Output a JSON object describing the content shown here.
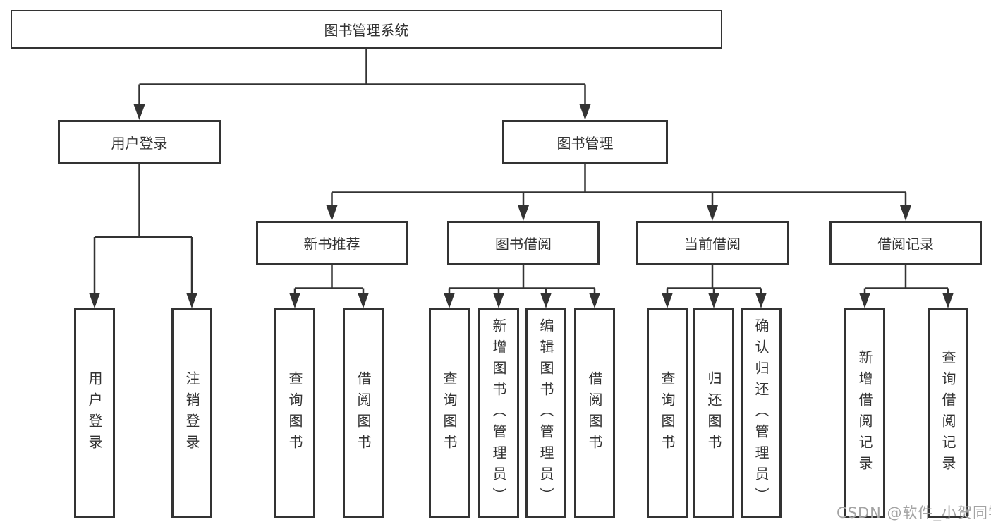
{
  "diagram": {
    "nodes": {
      "root": "图书管理系统",
      "user_login": "用户登录",
      "book_mgmt": "图书管理",
      "login": "用户登录",
      "logout": "注销登录",
      "new_book_rec": "新书推荐",
      "book_borrow": "图书借阅",
      "current_borrow": "当前借阅",
      "borrow_record": "借阅记录",
      "nbr_query_book": "查询图书",
      "nbr_borrow_book": "借阅图书",
      "bb_query_book": "查询图书",
      "bb_add_book": "新增图书（管理员）",
      "bb_edit_book": "编辑图书（管理员）",
      "bb_borrow_book": "借阅图书",
      "cb_query_book": "查询图书",
      "cb_return_book": "归还图书",
      "cb_confirm_return": "确认归还（管理员）",
      "br_add_record": "新增借阅记录",
      "br_query_record": "查询借阅记录"
    }
  },
  "watermark": {
    "text": "CSDN @软件_小贺同学"
  },
  "colors": {
    "line": "#333333",
    "text": "#333333",
    "background": "#ffffff",
    "watermark": "#a3a3a3"
  }
}
